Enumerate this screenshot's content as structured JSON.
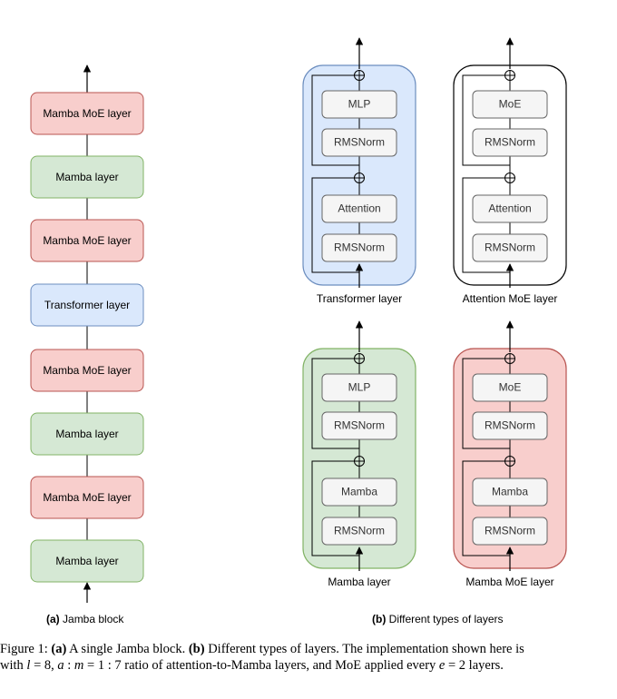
{
  "left_stack": {
    "layers": [
      {
        "label": "Mamba MoE layer",
        "type": "moe"
      },
      {
        "label": "Mamba layer",
        "type": "mamba"
      },
      {
        "label": "Mamba MoE layer",
        "type": "moe"
      },
      {
        "label": "Transformer layer",
        "type": "transformer"
      },
      {
        "label": "Mamba MoE layer",
        "type": "moe"
      },
      {
        "label": "Mamba layer",
        "type": "mamba"
      },
      {
        "label": "Mamba MoE layer",
        "type": "moe"
      },
      {
        "label": "Mamba layer",
        "type": "mamba"
      }
    ]
  },
  "panels": [
    {
      "title": "Transformer layer",
      "type": "transformer",
      "top_block": "MLP",
      "bottom_block": "Attention",
      "norm": "RMSNorm"
    },
    {
      "title": "Attention MoE layer",
      "type": "plain",
      "top_block": "MoE",
      "bottom_block": "Attention",
      "norm": "RMSNorm"
    },
    {
      "title": "Mamba layer",
      "type": "mamba",
      "top_block": "MLP",
      "bottom_block": "Mamba",
      "norm": "RMSNorm"
    },
    {
      "title": "Mamba MoE layer",
      "type": "moe",
      "top_block": "MoE",
      "bottom_block": "Mamba",
      "norm": "RMSNorm"
    }
  ],
  "subcaptions": {
    "a_tag": "(a)",
    "a_text": "Jamba block",
    "b_tag": "(b)",
    "b_text": "Different types of layers"
  },
  "caption": {
    "prefix": "Figure 1:",
    "a_tag": "(a)",
    "a_text": "A single Jamba block.",
    "b_tag": "(b)",
    "b_text": "Different types of layers. The implementation shown here is",
    "line2_with": "with",
    "l_var": "l",
    "l_val": "= 8,",
    "ratio_var_a": "a",
    "ratio_colon": ":",
    "ratio_var_m": "m",
    "ratio_val": "= 1 : 7",
    "line2_mid": "ratio of attention-to-Mamba layers, and MoE applied every",
    "e_var": "e",
    "e_val": "= 2",
    "line2_end": "layers."
  },
  "colors": {
    "moe_fill": "#f8cecc",
    "moe_stroke": "#b85450",
    "mamba_fill": "#d5e8d4",
    "mamba_stroke": "#82b366",
    "transformer_fill": "#dae8fc",
    "transformer_stroke": "#6c8ebf",
    "plain_fill": "#ffffff",
    "plain_stroke": "#000000",
    "inner_fill": "#f5f5f5",
    "inner_stroke": "#666666"
  }
}
